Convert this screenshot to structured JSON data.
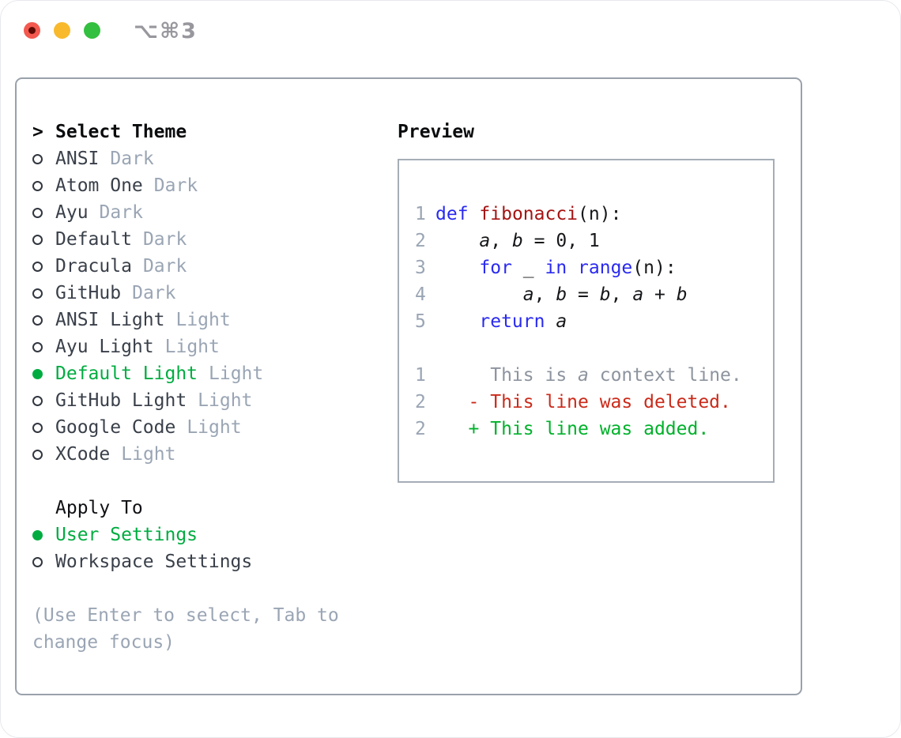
{
  "window": {
    "title": "⌥⌘3",
    "traffic_lights": {
      "close": "close",
      "minimize": "minimize",
      "zoom": "zoom"
    }
  },
  "colors": {
    "selected_green": "#00ac40",
    "added_green": "#00b12a",
    "deleted_red": "#cb2a1a",
    "keyword_blue": "#2a2af0",
    "function_dark_red": "#a61212",
    "muted_gray": "#9aa5b4",
    "panel_border": "#99a1ab",
    "traffic_red": "#f4594f",
    "traffic_yellow": "#f8b92c",
    "traffic_green": "#33bf40"
  },
  "theme_panel": {
    "header": {
      "prefix": ">",
      "label": "Select Theme"
    },
    "items": [
      {
        "name": "ANSI",
        "tag": "Dark",
        "selected": false
      },
      {
        "name": "Atom One",
        "tag": "Dark",
        "selected": false
      },
      {
        "name": "Ayu",
        "tag": "Dark",
        "selected": false
      },
      {
        "name": "Default",
        "tag": "Dark",
        "selected": false
      },
      {
        "name": "Dracula",
        "tag": "Dark",
        "selected": false
      },
      {
        "name": "GitHub",
        "tag": "Dark",
        "selected": false
      },
      {
        "name": "ANSI Light",
        "tag": "Light",
        "selected": false
      },
      {
        "name": "Ayu Light",
        "tag": "Light",
        "selected": false
      },
      {
        "name": "Default Light",
        "tag": "Light",
        "selected": true
      },
      {
        "name": "GitHub Light",
        "tag": "Light",
        "selected": false
      },
      {
        "name": "Google Code",
        "tag": "Light",
        "selected": false
      },
      {
        "name": "XCode",
        "tag": "Light",
        "selected": false
      }
    ],
    "apply_to": {
      "label": "Apply To",
      "options": [
        {
          "name": "User Settings",
          "selected": true
        },
        {
          "name": "Workspace Settings",
          "selected": false
        }
      ]
    },
    "help_text": "(Use Enter to select, Tab to change focus)"
  },
  "preview": {
    "label": "Preview",
    "code_lines": [
      {
        "num": "1",
        "segments": [
          {
            "t": "def",
            "s": "kw"
          },
          {
            "t": " ",
            "s": "plain"
          },
          {
            "t": "fibonacci",
            "s": "fn"
          },
          {
            "t": "(n):",
            "s": "plain"
          }
        ]
      },
      {
        "num": "2",
        "segments": [
          {
            "t": "    ",
            "s": "plain"
          },
          {
            "t": "a",
            "s": "var"
          },
          {
            "t": ", ",
            "s": "plain"
          },
          {
            "t": "b",
            "s": "var"
          },
          {
            "t": " = 0, 1",
            "s": "plain"
          }
        ]
      },
      {
        "num": "3",
        "segments": [
          {
            "t": "    ",
            "s": "plain"
          },
          {
            "t": "for",
            "s": "kw"
          },
          {
            "t": " _ ",
            "s": "plain"
          },
          {
            "t": "in",
            "s": "kw"
          },
          {
            "t": " ",
            "s": "plain"
          },
          {
            "t": "range",
            "s": "kw"
          },
          {
            "t": "(n):",
            "s": "plain"
          }
        ]
      },
      {
        "num": "4",
        "segments": [
          {
            "t": "        ",
            "s": "plain"
          },
          {
            "t": "a",
            "s": "var"
          },
          {
            "t": ", ",
            "s": "plain"
          },
          {
            "t": "b",
            "s": "var"
          },
          {
            "t": " = ",
            "s": "plain"
          },
          {
            "t": "b",
            "s": "var"
          },
          {
            "t": ", ",
            "s": "plain"
          },
          {
            "t": "a",
            "s": "var"
          },
          {
            "t": " + ",
            "s": "plain"
          },
          {
            "t": "b",
            "s": "var"
          }
        ]
      },
      {
        "num": "5",
        "segments": [
          {
            "t": "    ",
            "s": "plain"
          },
          {
            "t": "return",
            "s": "kw"
          },
          {
            "t": " ",
            "s": "plain"
          },
          {
            "t": "a",
            "s": "var"
          }
        ]
      }
    ],
    "diff_lines": [
      {
        "num": "1",
        "segments": [
          {
            "t": "     This is ",
            "s": "ctx"
          },
          {
            "t": "a",
            "s": "ctx_i"
          },
          {
            "t": " context line.",
            "s": "ctx"
          }
        ]
      },
      {
        "num": "2",
        "segments": [
          {
            "t": "   ",
            "s": "plain"
          },
          {
            "t": "- This line was deleted.",
            "s": "del"
          }
        ]
      },
      {
        "num": "2",
        "segments": [
          {
            "t": "   ",
            "s": "plain"
          },
          {
            "t": "+ This line was added.",
            "s": "add"
          }
        ]
      }
    ]
  }
}
